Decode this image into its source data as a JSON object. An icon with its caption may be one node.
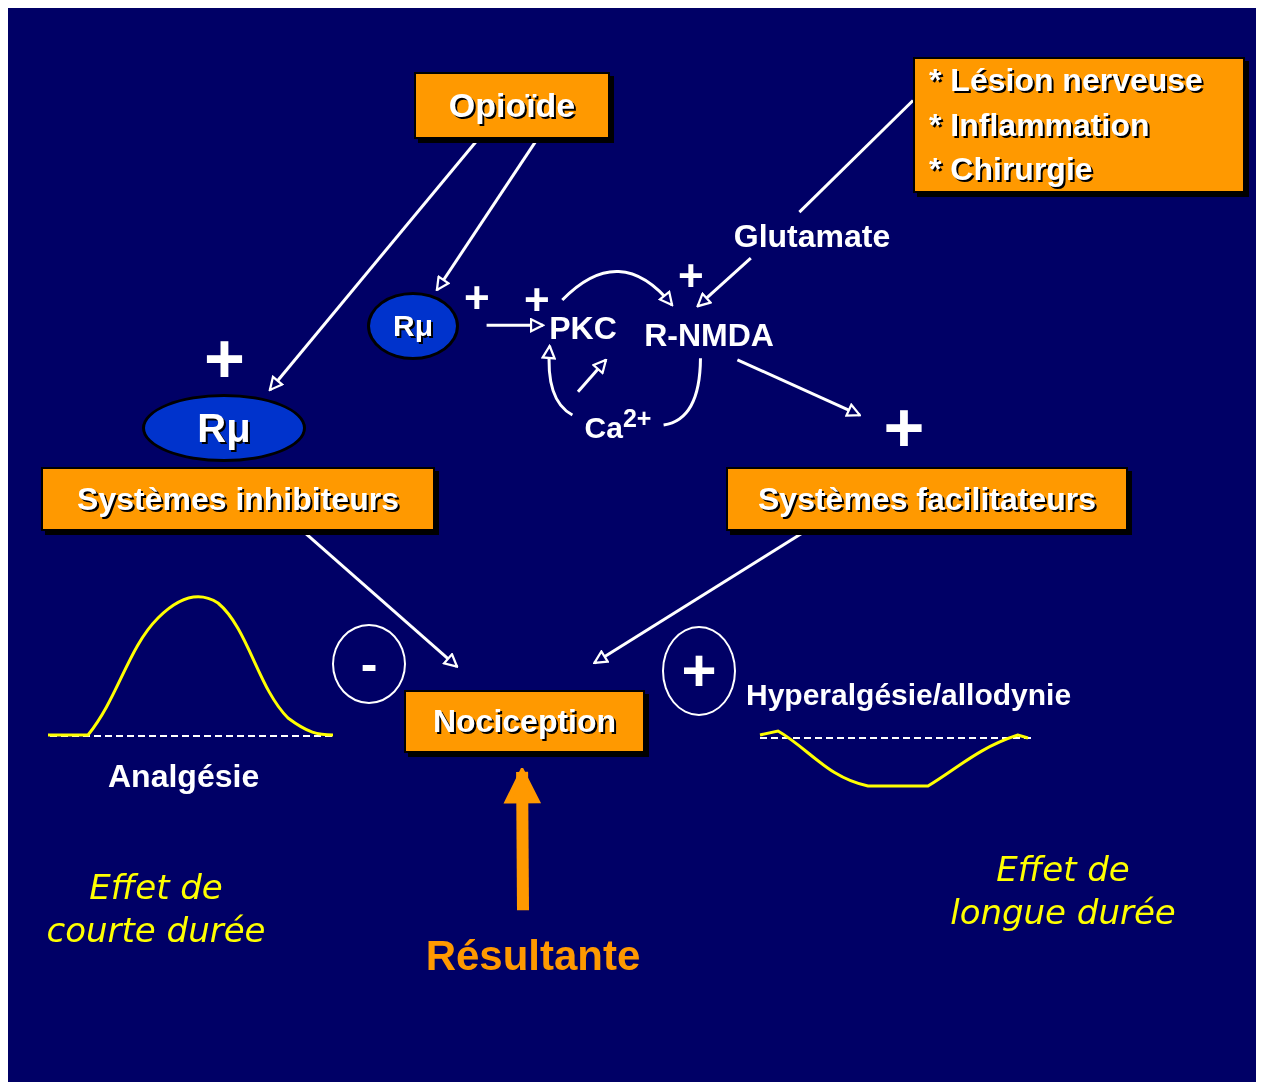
{
  "diagram": {
    "nodes": [
      {
        "text": [
          "Opioïde"
        ]
      },
      {
        "text": [
          "* Lésion nerveuse",
          "* Inflammation",
          "* Chirurgie"
        ]
      },
      {
        "text": [
          "Glutamate"
        ]
      },
      {
        "text": [
          "Rμ"
        ]
      },
      {
        "text": [
          "PKC"
        ]
      },
      {
        "text": [
          "R-NMDA"
        ]
      },
      {
        "text": [
          "Ca$^{2+}$"
        ]
      },
      {
        "text": [
          "Rμ"
        ]
      },
      {
        "text": [
          "Systèmes inhibiteurs"
        ]
      },
      {
        "text": [
          "Systèmes facilitateurs"
        ]
      },
      {
        "text": [
          "Nociception"
        ]
      },
      {
        "text": [
          "Résultante"
        ]
      },
      {
        "text": [
          "+"
        ]
      },
      {
        "text": [
          "-"
        ]
      },
      {
        "text": [
          "+"
        ]
      }
    ],
    "edges": [
      {
        "from": 0,
        "to": 7,
        "arrow": "to"
      },
      {
        "from": 0,
        "to": 3,
        "arrow": "to"
      },
      {
        "from": 1,
        "to": 2,
        "arrow": "none"
      },
      {
        "from": 2,
        "to": 5,
        "arrow": "to"
      },
      {
        "from": 3,
        "to": 4,
        "arrow": "to"
      },
      {
        "from": 4,
        "to": 5,
        "arrow": "to"
      },
      {
        "from": 5,
        "to": 6,
        "arrow": "none"
      },
      {
        "from": 6,
        "to": 4,
        "arrow": "to"
      },
      {
        "from": 6,
        "to": 4,
        "arrow": "to"
      },
      {
        "from": 5,
        "to": 12,
        "arrow": "to"
      },
      {
        "from": 8,
        "to": 10,
        "arrow": "to"
      },
      {
        "from": 9,
        "to": 10,
        "arrow": "to"
      },
      {
        "from": 11,
        "to": 10,
        "arrow": "to",
        "style": "thick",
        "color": "#ff9900"
      }
    ],
    "labels": [
      "+",
      "+",
      "+",
      "+",
      "Hyperalgésie/allodynie",
      "Analgésie",
      "Effet de longue durée",
      "Effet de courte durée"
    ]
  }
}
